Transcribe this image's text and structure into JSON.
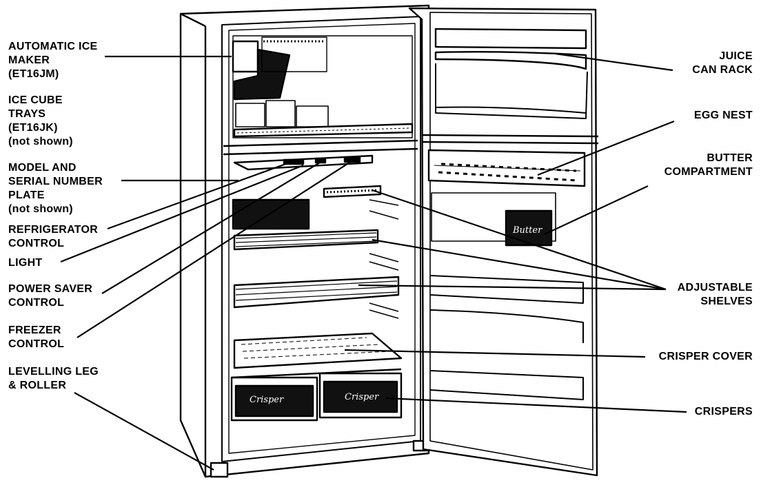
{
  "labels": {
    "ice_maker": [
      "AUTOMATIC ICE",
      "MAKER",
      "(ET16JM)"
    ],
    "ice_trays": [
      "ICE CUBE",
      "TRAYS",
      "(ET16JK)",
      "(not shown)"
    ],
    "model_plate": [
      "MODEL AND",
      "SERIAL NUMBER",
      "PLATE",
      "(not shown)"
    ],
    "fridge_control": [
      "REFRIGERATOR",
      "CONTROL"
    ],
    "light": [
      "LIGHT"
    ],
    "power_saver": [
      "POWER SAVER",
      "CONTROL"
    ],
    "freezer_control": [
      "FREEZER",
      "CONTROL"
    ],
    "levelling": [
      "LEVELLING LEG",
      "& ROLLER"
    ],
    "juice_rack": [
      "JUICE",
      "CAN RACK"
    ],
    "egg_nest": [
      "EGG NEST"
    ],
    "butter": [
      "BUTTER",
      "COMPARTMENT"
    ],
    "shelves": [
      "ADJUSTABLE",
      "SHELVES"
    ],
    "crisper_cover": [
      "CRISPER COVER"
    ],
    "crispers": [
      "CRISPERS"
    ]
  },
  "drawer_text": {
    "left_crisper": "Crisper",
    "right_crisper": "Crisper",
    "butter_door": "Butter"
  }
}
